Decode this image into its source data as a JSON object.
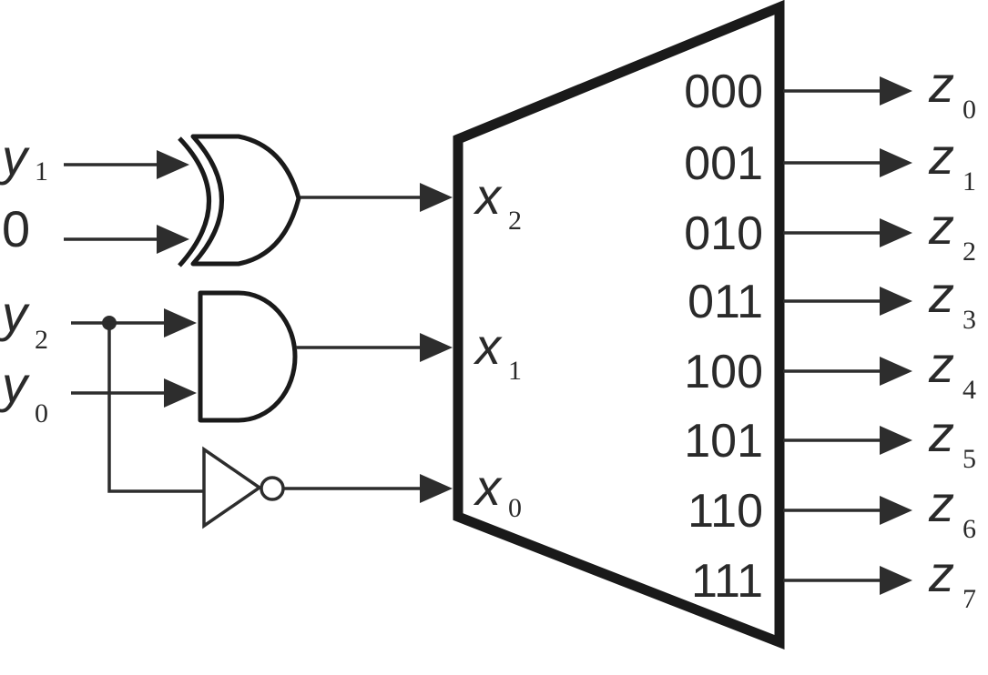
{
  "inputs": {
    "y1": {
      "base": "y",
      "sub": "1"
    },
    "zero": "0",
    "y2": {
      "base": "y",
      "sub": "2"
    },
    "y0": {
      "base": "y",
      "sub": "0"
    }
  },
  "decoder": {
    "selects": [
      {
        "base": "x",
        "sub": "2"
      },
      {
        "base": "x",
        "sub": "1"
      },
      {
        "base": "x",
        "sub": "0"
      }
    ],
    "codes": [
      "000",
      "001",
      "010",
      "011",
      "100",
      "101",
      "110",
      "111"
    ],
    "outputs": [
      {
        "base": "z",
        "sub": "0"
      },
      {
        "base": "z",
        "sub": "1"
      },
      {
        "base": "z",
        "sub": "2"
      },
      {
        "base": "z",
        "sub": "3"
      },
      {
        "base": "z",
        "sub": "4"
      },
      {
        "base": "z",
        "sub": "5"
      },
      {
        "base": "z",
        "sub": "6"
      },
      {
        "base": "z",
        "sub": "7"
      }
    ]
  },
  "gates": [
    "xor-gate-icon",
    "and-gate-icon",
    "not-gate-icon"
  ]
}
